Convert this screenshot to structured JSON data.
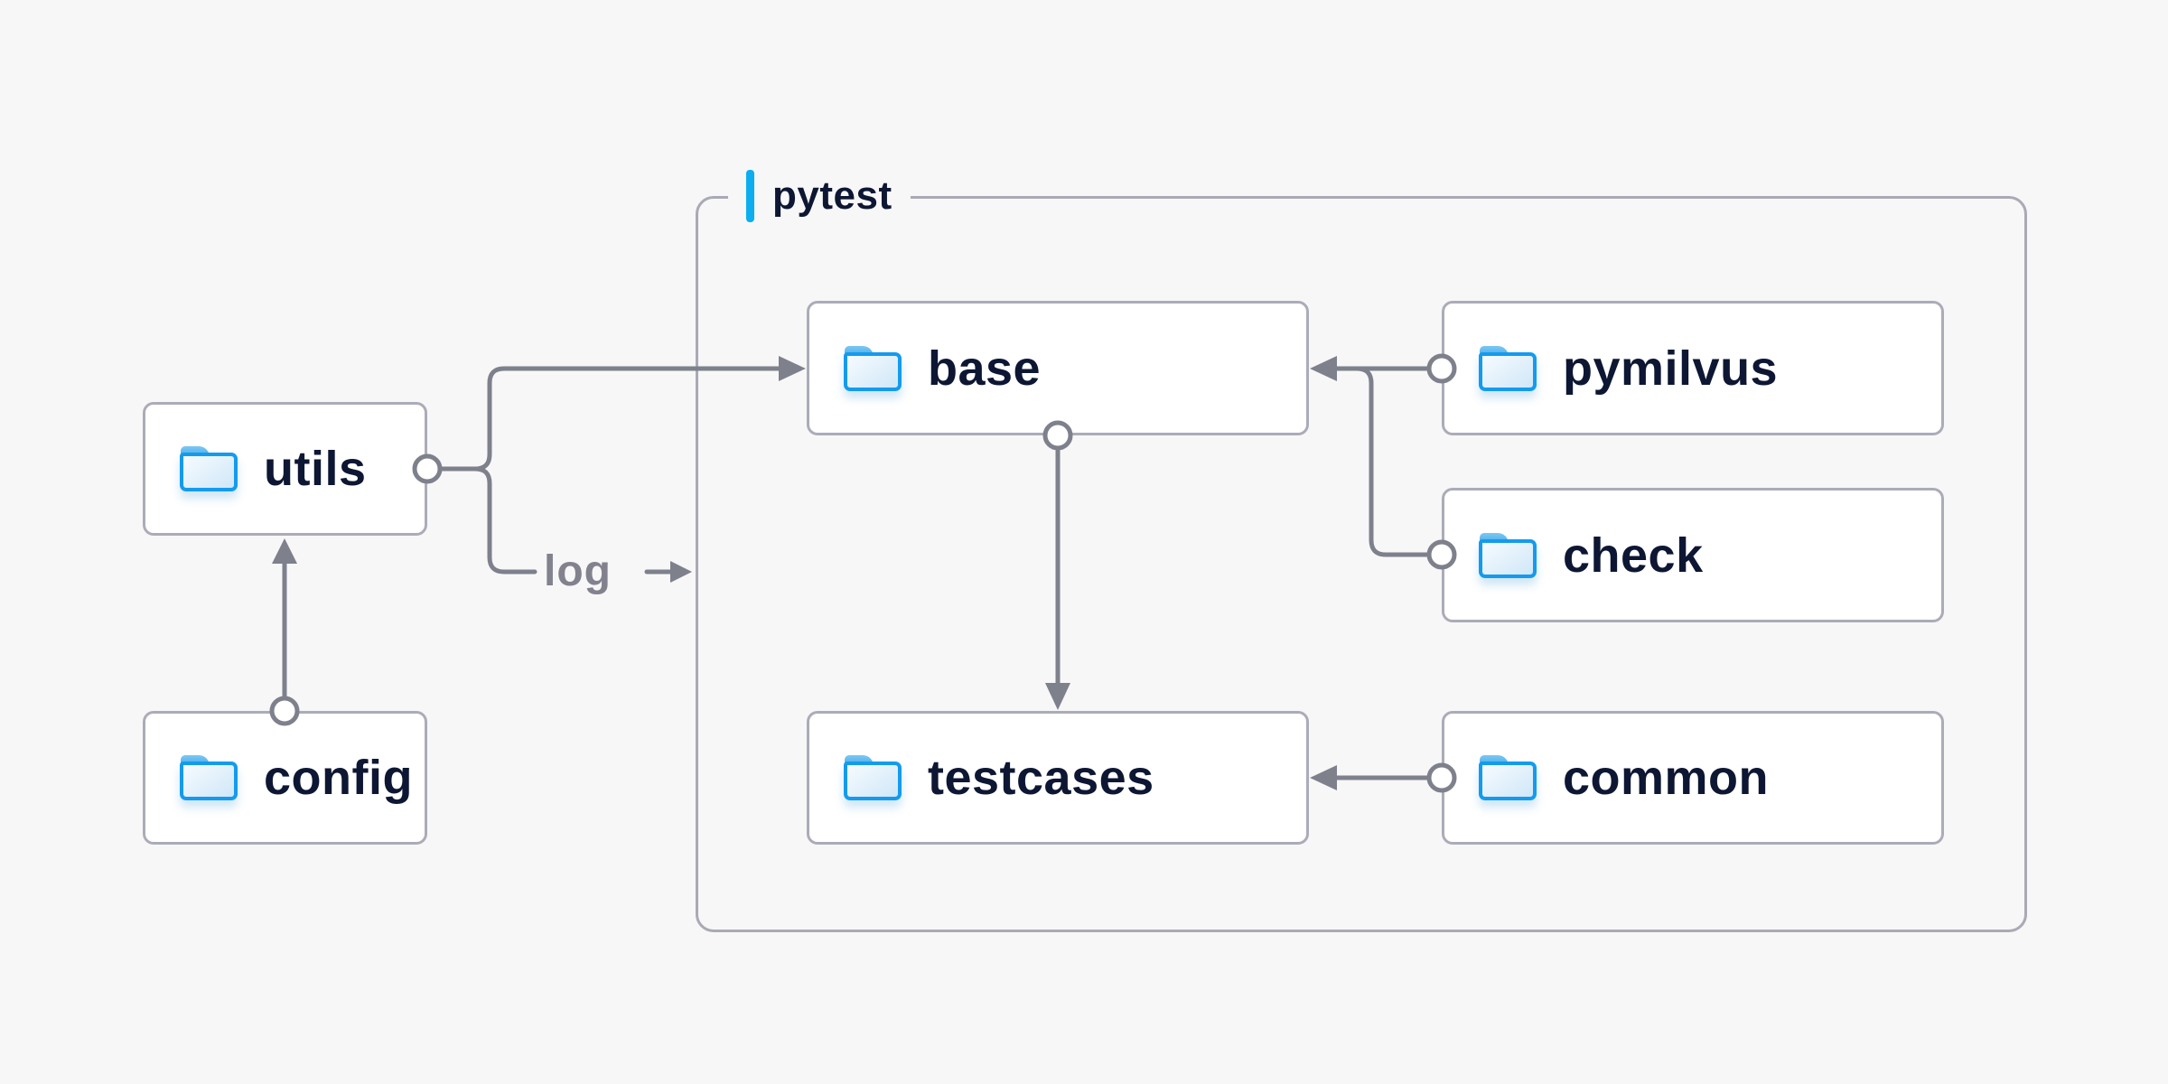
{
  "diagram": {
    "group": {
      "label": "pytest"
    },
    "nodes": {
      "utils": {
        "label": "utils"
      },
      "config": {
        "label": "config"
      },
      "base": {
        "label": "base"
      },
      "pymilvus": {
        "label": "pymilvus"
      },
      "check": {
        "label": "check"
      },
      "testcases": {
        "label": "testcases"
      },
      "common": {
        "label": "common"
      }
    },
    "edges": [
      {
        "from": "utils",
        "to": "base"
      },
      {
        "from": "utils",
        "to": "pytest-group",
        "label": "log"
      },
      {
        "from": "config",
        "to": "utils"
      },
      {
        "from": "pymilvus",
        "to": "base"
      },
      {
        "from": "check",
        "to": "base"
      },
      {
        "from": "base",
        "to": "testcases"
      },
      {
        "from": "common",
        "to": "testcases"
      }
    ],
    "edge_log_label": "log",
    "colors": {
      "background": "#f7f7f8",
      "node_fill": "#ffffff",
      "node_border": "#abacb8",
      "group_border": "#a9aab5",
      "connector": "#7e808c",
      "accent": "#0caeef",
      "folder_blue": "#149bee",
      "text": "#0d1733",
      "edge_label_text": "#81828d"
    }
  }
}
